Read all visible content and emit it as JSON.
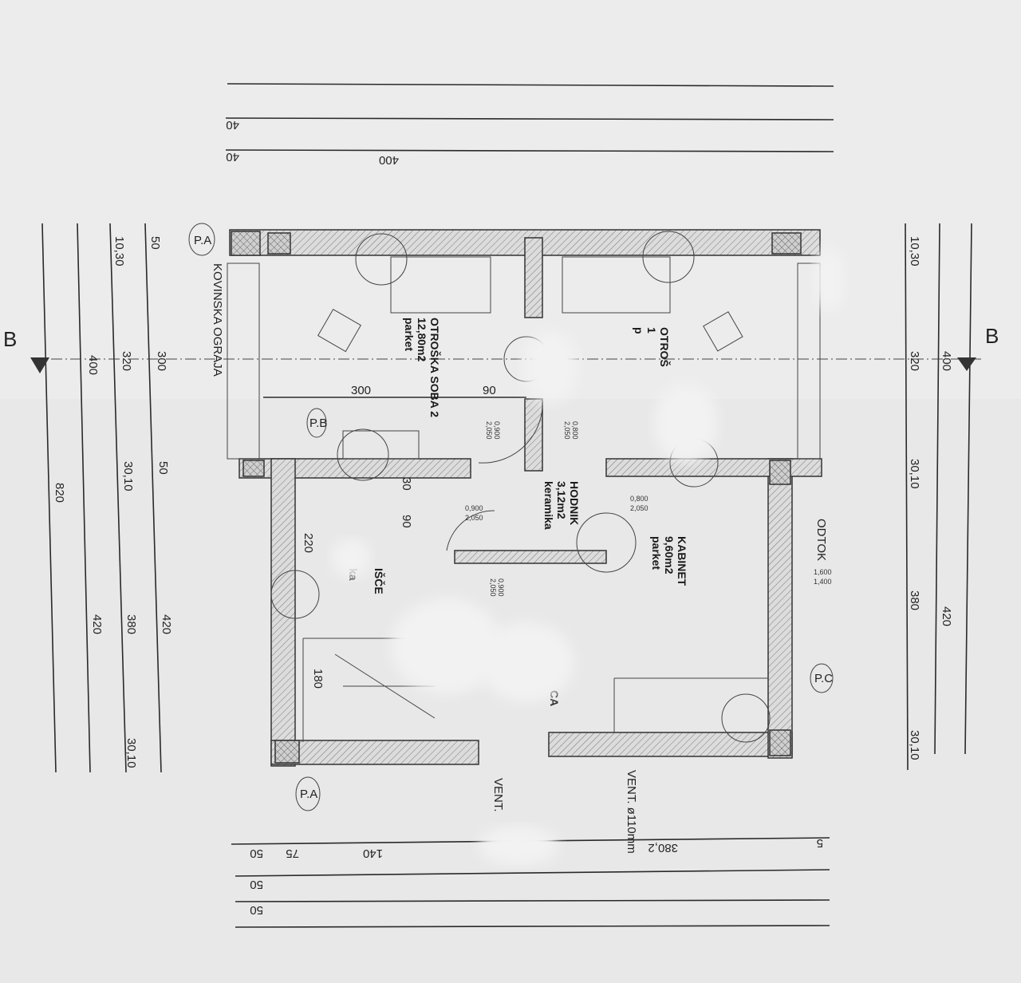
{
  "section_marks": {
    "left": "B",
    "right": "B"
  },
  "axis_tags": {
    "pa_top": "P.A",
    "pb": "P.B",
    "pa_bottom": "P.A",
    "pc": "P.C"
  },
  "top_dims": {
    "row2": "40",
    "row3a": "40",
    "row3b": "400"
  },
  "left_dims": {
    "col1": [
      "820"
    ],
    "col2": [
      "400",
      "420"
    ],
    "col3": [
      "10,30",
      "320",
      "30,10",
      "380",
      "30,10"
    ],
    "col4": [
      "50",
      "300",
      "50",
      "420"
    ]
  },
  "right_dims": {
    "col1": [
      "10,30",
      "320",
      "30,10",
      "380",
      "30,10"
    ],
    "col2": [
      "400",
      "420"
    ]
  },
  "bottom_dims": [
    "50",
    "75",
    "140",
    "380,2",
    "5",
    "50",
    "50",
    "50"
  ],
  "inner_dims": [
    "300",
    "90",
    "30",
    "90",
    "220",
    "180"
  ],
  "rooms": [
    {
      "name": "OTROŠKA SOBA 2",
      "area": "12,80m2",
      "floor": "parket"
    },
    {
      "name": "HODNIK",
      "area": "3,12m2",
      "floor": "keramika"
    },
    {
      "name": "KABINET",
      "area": "9,60m2",
      "floor": "parket"
    },
    {
      "name": "OTROŠ",
      "area": "1",
      "floor": "p"
    },
    {
      "name": "IŠČE",
      "area": "",
      "floor": "ka"
    },
    {
      "name": "CA",
      "area": "",
      "floor": ""
    }
  ],
  "door_tags": [
    {
      "w": "0,900",
      "h": "2,050"
    },
    {
      "w": "0,800",
      "h": "2,050"
    },
    {
      "w": "0,900",
      "h": "2,050"
    },
    {
      "w": "0,800",
      "h": "2,050"
    },
    {
      "w": "0,900",
      "h": "2,050"
    }
  ],
  "window_tag": {
    "w": "1,600",
    "h": "1,400"
  },
  "annotations": {
    "odtok": "ODTOK",
    "vent1": "VENT.",
    "vent2": "VENT. ø110mm",
    "krovinska": "KOVINSKA OGRAJA"
  }
}
